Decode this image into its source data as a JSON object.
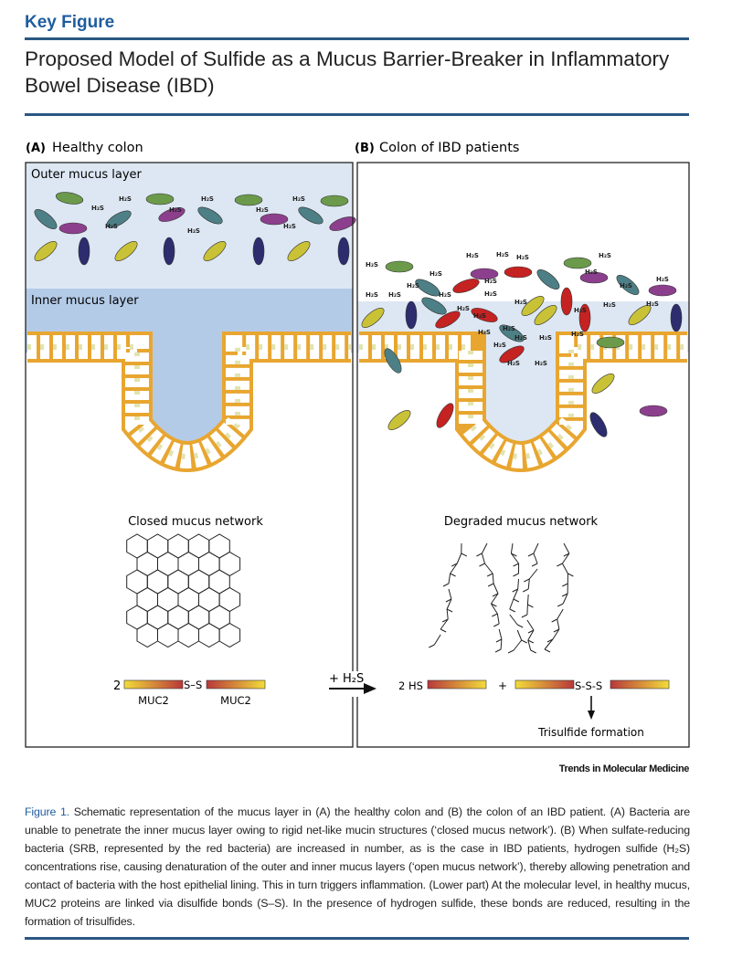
{
  "header": {
    "label": "Key Figure",
    "title": "Proposed Model of Sulfide as a Mucus Barrier-Breaker in Inflammatory Bowel Disease (IBD)"
  },
  "panel_a": {
    "tag": "(A)",
    "label": "Healthy colon",
    "outer": "Outer mucus layer",
    "inner": "Inner mucus layer",
    "network": "Closed mucus network",
    "coef": "2",
    "bond": "S–S",
    "muc1": "MUC2",
    "muc2": "MUC2"
  },
  "panel_b": {
    "tag": "(B)",
    "label": "Colon of IBD patients",
    "network": "Degraded mucus network",
    "hs": "2 HS",
    "plus": "+",
    "bond": "S-S-S",
    "result": "Trisulfide formation"
  },
  "reaction": {
    "label": "+ H₂S"
  },
  "bacteria_label": "H₂S",
  "credit": "Trends in Molecular Medicine",
  "caption": {
    "fig": "Figure 1.",
    "text": " Schematic representation of the mucus layer in (A) the healthy colon and (B) the colon of an IBD patient. (A) Bacteria are unable to penetrate the inner mucus layer owing to rigid net-like mucin structures (‘closed mucus network’). (B) When sulfate-reducing bacteria (SRB, represented by the red bacteria) are increased in number, as is the case in IBD patients, hydrogen sulfide (H₂S) concentrations rise, causing denaturation of the outer and inner mucus layers (‘open mucus network’), thereby allowing penetration and contact of bacteria with the host epithelial lining. This in turn triggers inflammation. (Lower part) At the molecular level, in healthy mucus, MUC2 proteins are linked via disulfide bonds (S–S). In the presence of hydrogen sulfide, these bonds are reduced, resulting in the formation of trisulfides."
  },
  "colors": {
    "accent": "#1f5c9e",
    "rule": "#2b5784",
    "outer_mucus": "#dde7f3",
    "inner_mucus": "#b4cbe8",
    "epithelium": "#e8a630"
  }
}
